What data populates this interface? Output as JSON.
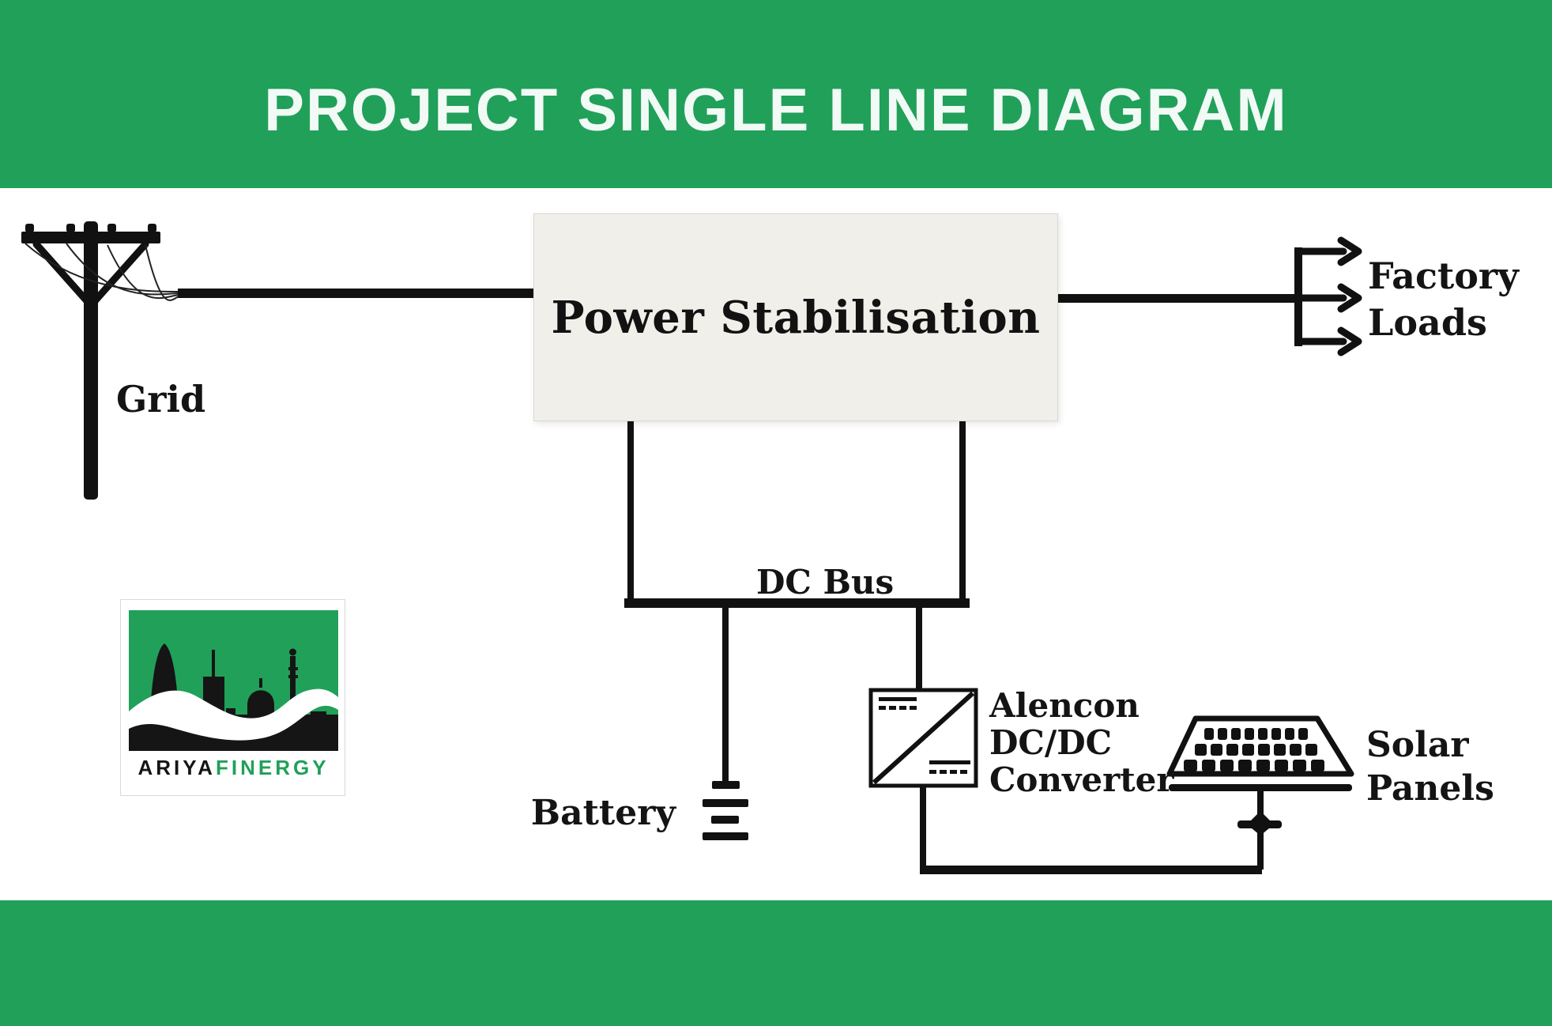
{
  "header": {
    "title": "PROJECT SINGLE LINE DIAGRAM"
  },
  "diagram": {
    "grid": {
      "label": "Grid",
      "icon": "utility-pole-icon"
    },
    "power_stabilisation": {
      "label": "Power Stabilisation"
    },
    "factory_loads": {
      "label_line1": "Factory",
      "label_line2": "Loads",
      "icon": "arrow-branch-icon"
    },
    "dc_bus": {
      "label": "DC Bus"
    },
    "battery": {
      "label": "Battery",
      "icon": "battery-cell-icon"
    },
    "converter": {
      "label_line1": "Alencon",
      "label_line2": "DC/DC",
      "label_line3": "Converter",
      "icon": "dc-dc-converter-icon"
    },
    "solar": {
      "label_line1": "Solar",
      "label_line2": "Panels",
      "icon": "solar-panel-icon"
    }
  },
  "logo": {
    "brand_part1": "ARIYA",
    "brand_part2": "FINERGY",
    "icon": "city-skyline-wave-logo"
  },
  "colors": {
    "band_green": "#21a05a",
    "box_beige": "#f1efe9",
    "line_black": "#111111",
    "title_white": "#f2faf6"
  }
}
